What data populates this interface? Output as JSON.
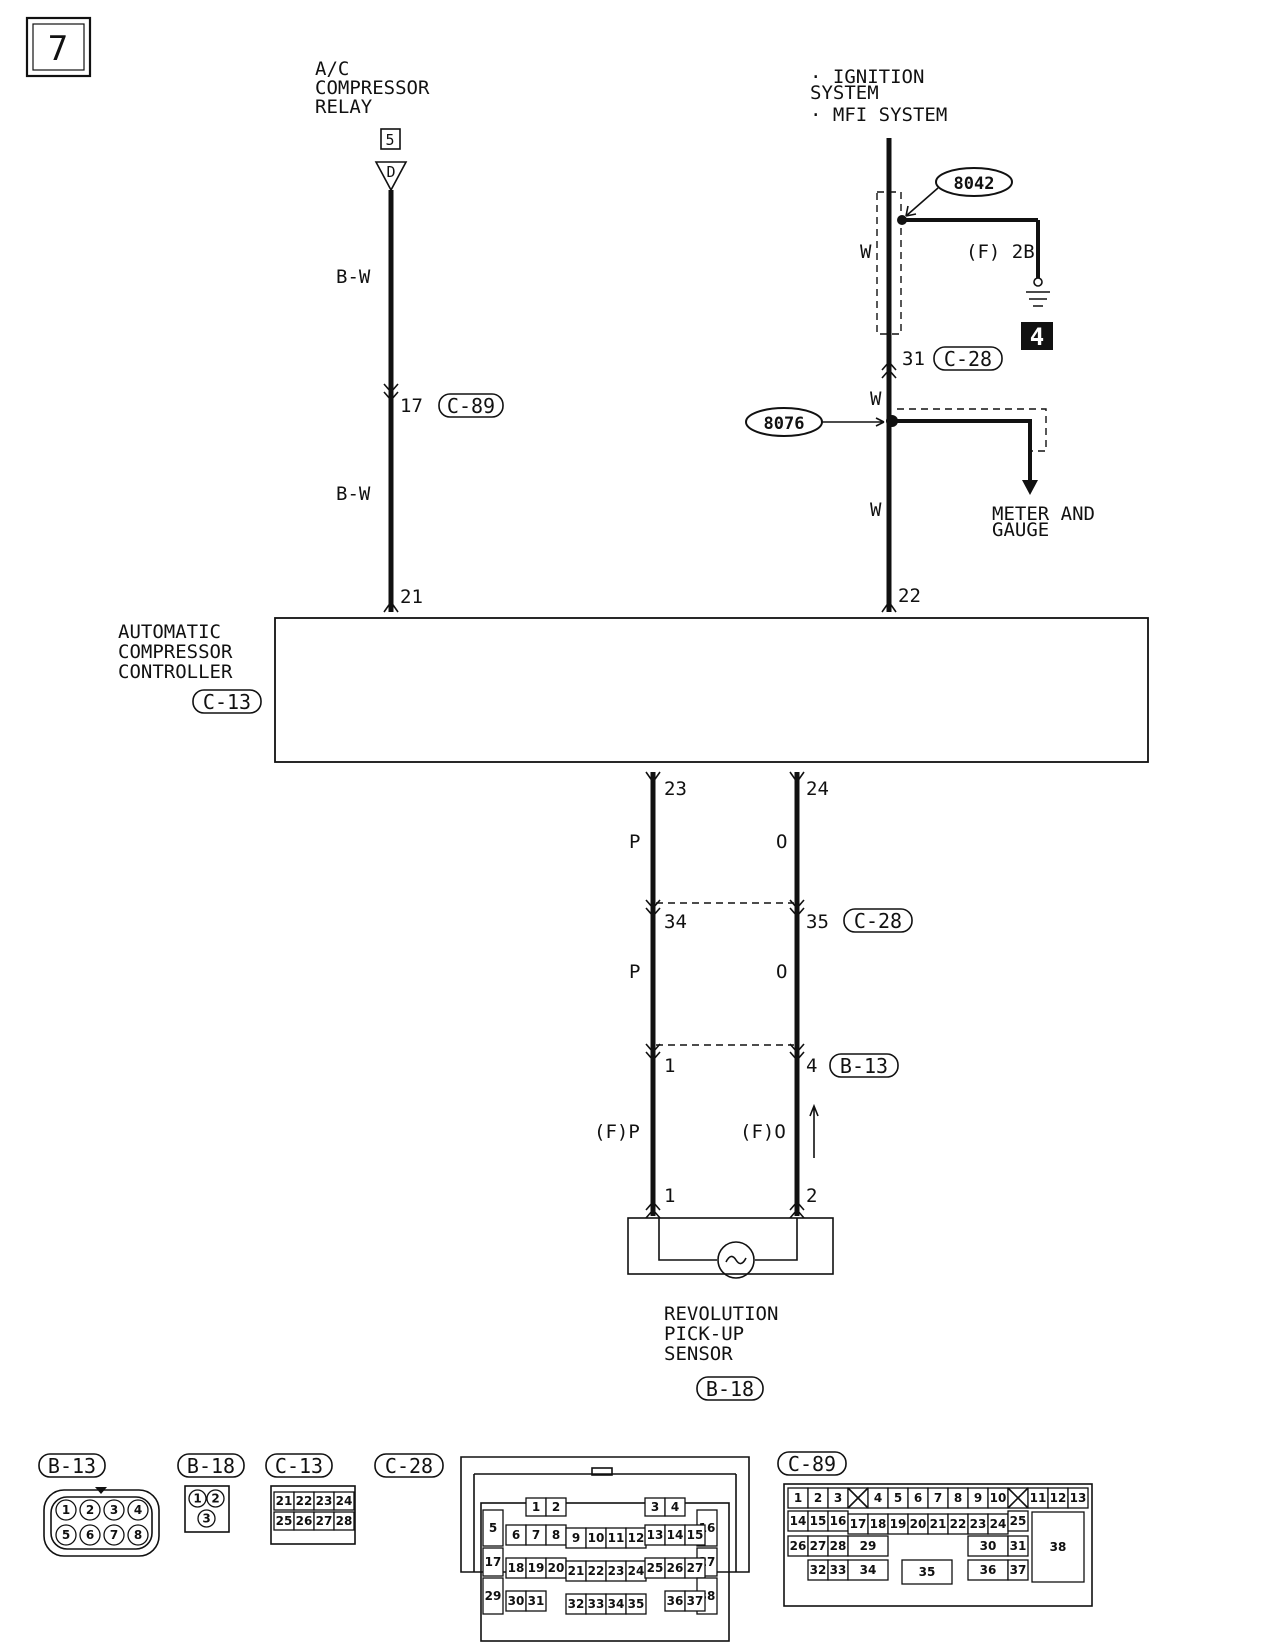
{
  "page_number": "7",
  "relay": {
    "title_lines": [
      "A/C",
      "COMPRESSOR",
      "RELAY"
    ],
    "ref": "5",
    "terminal": "D"
  },
  "ignition": {
    "lines": [
      "· IGNITION",
      "  SYSTEM",
      "· MFI SYSTEM"
    ]
  },
  "splices": {
    "upper": "8042",
    "lower": "8076"
  },
  "ground": {
    "label": "(F) 2B",
    "ref": "4"
  },
  "meter": {
    "lines": [
      "METER  AND",
      "GAUGE"
    ]
  },
  "wire_colors": {
    "bw": "B-W",
    "w": "W",
    "p": "P",
    "o": "O",
    "fp": "(F)P",
    "fo": "(F)O"
  },
  "pins": {
    "p17": "17",
    "p21": "21",
    "p22": "22",
    "p31": "31",
    "p23": "23",
    "p24": "24",
    "p34": "34",
    "p35": "35",
    "p1": "1",
    "p4": "4",
    "s1": "1",
    "s2": "2"
  },
  "connectors": {
    "c89": "C-89",
    "c28": "C-28",
    "c13": "C-13",
    "b13": "B-13",
    "b18": "B-18"
  },
  "controller": {
    "title_lines": [
      "AUTOMATIC",
      "COMPRESSOR",
      "CONTROLLER"
    ],
    "connector": "C-13"
  },
  "sensor": {
    "title_lines": [
      "REVOLUTION",
      "PICK-UP",
      "SENSOR"
    ],
    "connector": "B-18"
  },
  "connector_views": {
    "b13": {
      "label": "B-13",
      "pins": [
        "1",
        "2",
        "3",
        "4",
        "5",
        "6",
        "7",
        "8"
      ]
    },
    "b18": {
      "label": "B-18",
      "pins": [
        "1",
        "2",
        "3"
      ]
    },
    "c13": {
      "label": "C-13",
      "pins": [
        "21",
        "22",
        "23",
        "24",
        "25",
        "26",
        "27",
        "28"
      ]
    },
    "c28": {
      "label": "C-28"
    },
    "c89": {
      "label": "C-89"
    }
  }
}
